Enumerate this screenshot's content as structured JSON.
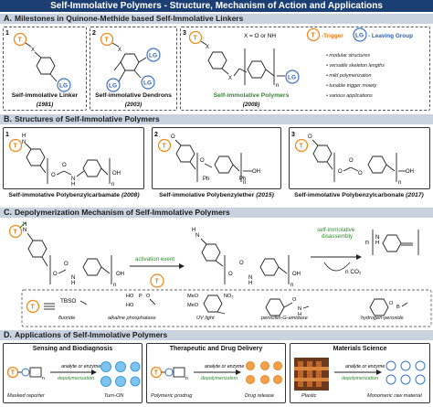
{
  "title": "Self-Immolative Polymers - Structure, Mechanism of Action and Applications",
  "sections": {
    "a": {
      "letter": "A.",
      "heading": "Milestones in Quinone-Methide based Self-Immolative Linkers",
      "items": [
        {
          "num": "1",
          "label": "Self-immolative Linker",
          "year": "(1981)"
        },
        {
          "num": "2",
          "label": "Self-immolative Dendrons",
          "year": "(2003)"
        },
        {
          "num": "3",
          "label": "Self-immolative Polymers",
          "year": "(2008)"
        }
      ],
      "x_note": "X = O or NH",
      "trigger_legend": "-Trigger",
      "lg_legend": "- Leaving Group",
      "bullets": [
        "modular structures",
        "versatile skeleton lengths",
        "mild polymerization",
        "tunable trigger moiety",
        "various applications"
      ]
    },
    "b": {
      "letter": "B.",
      "heading": "Structures of Self-Immolative Polymers",
      "items": [
        {
          "num": "1",
          "label": "Self-immolative Polybenzylcarbamate",
          "year": "(2008)"
        },
        {
          "num": "2",
          "label": "Self-immolative Polybenzylether",
          "year": "(2015)"
        },
        {
          "num": "3",
          "label": "Self-immolative Polybenzylcarbonate",
          "year": "(2017)"
        }
      ]
    },
    "c": {
      "letter": "C.",
      "heading": "Depolymerization Mechanism of Self-Immolative Polymers",
      "activation": "activation event",
      "disassembly": "self-immolative disassembly",
      "co2": "n CO₂",
      "n_prefix": "n",
      "triggers": [
        "fluoride",
        "alkaline phosphatase",
        "UV light",
        "penicillin-G-amidase",
        "hydrogen-peroxide"
      ]
    },
    "d": {
      "letter": "D.",
      "heading": "Applications of Self-Immolative Polymers",
      "cards": [
        {
          "title": "Sensing and Biodiagnosis",
          "arrow_top": "analyte or enzyme",
          "arrow_bottom": "depolymerization",
          "left_caption": "Masked reporter",
          "right_caption": "Turn-ON"
        },
        {
          "title": "Therapeutic and Drug Delivery",
          "arrow_top": "analyte or enzyme",
          "arrow_bottom": "depolymerization",
          "left_caption": "Polymeric prodrug",
          "right_caption": "Drug release"
        },
        {
          "title": "Materials Science",
          "arrow_top": "analyte or enzyme",
          "arrow_bottom": "depolymerization",
          "left_caption": "Plastic",
          "right_caption": "Monomeric raw material"
        }
      ]
    }
  },
  "chem_labels": {
    "T": "T",
    "LG": "LG",
    "X": "X",
    "n": "n",
    "OH": "OH",
    "H": "H",
    "N": "N",
    "O": "O",
    "Ph": "Ph",
    "TBSO": "TBSO",
    "OMe": "MeO",
    "NO2": "NO₂"
  },
  "colors": {
    "header_bar": "#1c3f73",
    "panel_heading": "#c9d3e0",
    "trigger": "#f08a1c",
    "leaving_group": "#3a74c9",
    "polymer_green": "#2e8b2e",
    "turn_on": "#3b9ad9"
  }
}
